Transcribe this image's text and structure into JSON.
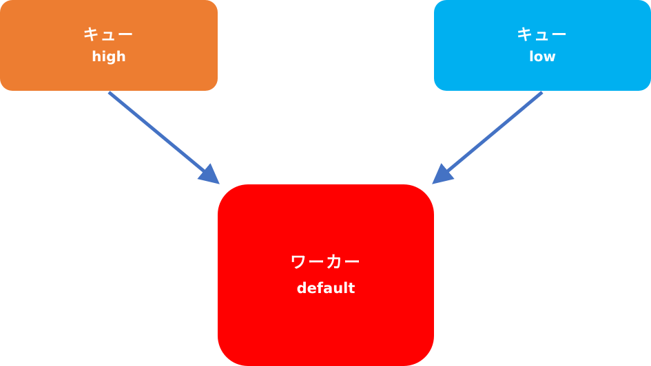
{
  "colors": {
    "queue_high": "#ED7D31",
    "queue_low": "#00B0F0",
    "worker": "#FF0000",
    "arrow": "#4472C4",
    "text": "#FFFFFF"
  },
  "nodes": {
    "queue_high": {
      "title": "キュー",
      "name": "high"
    },
    "queue_low": {
      "title": "キュー",
      "name": "low"
    },
    "worker": {
      "title": "ワーカー",
      "name": "default"
    }
  },
  "edges": [
    {
      "from": "queue_high",
      "to": "worker"
    },
    {
      "from": "queue_low",
      "to": "worker"
    }
  ]
}
